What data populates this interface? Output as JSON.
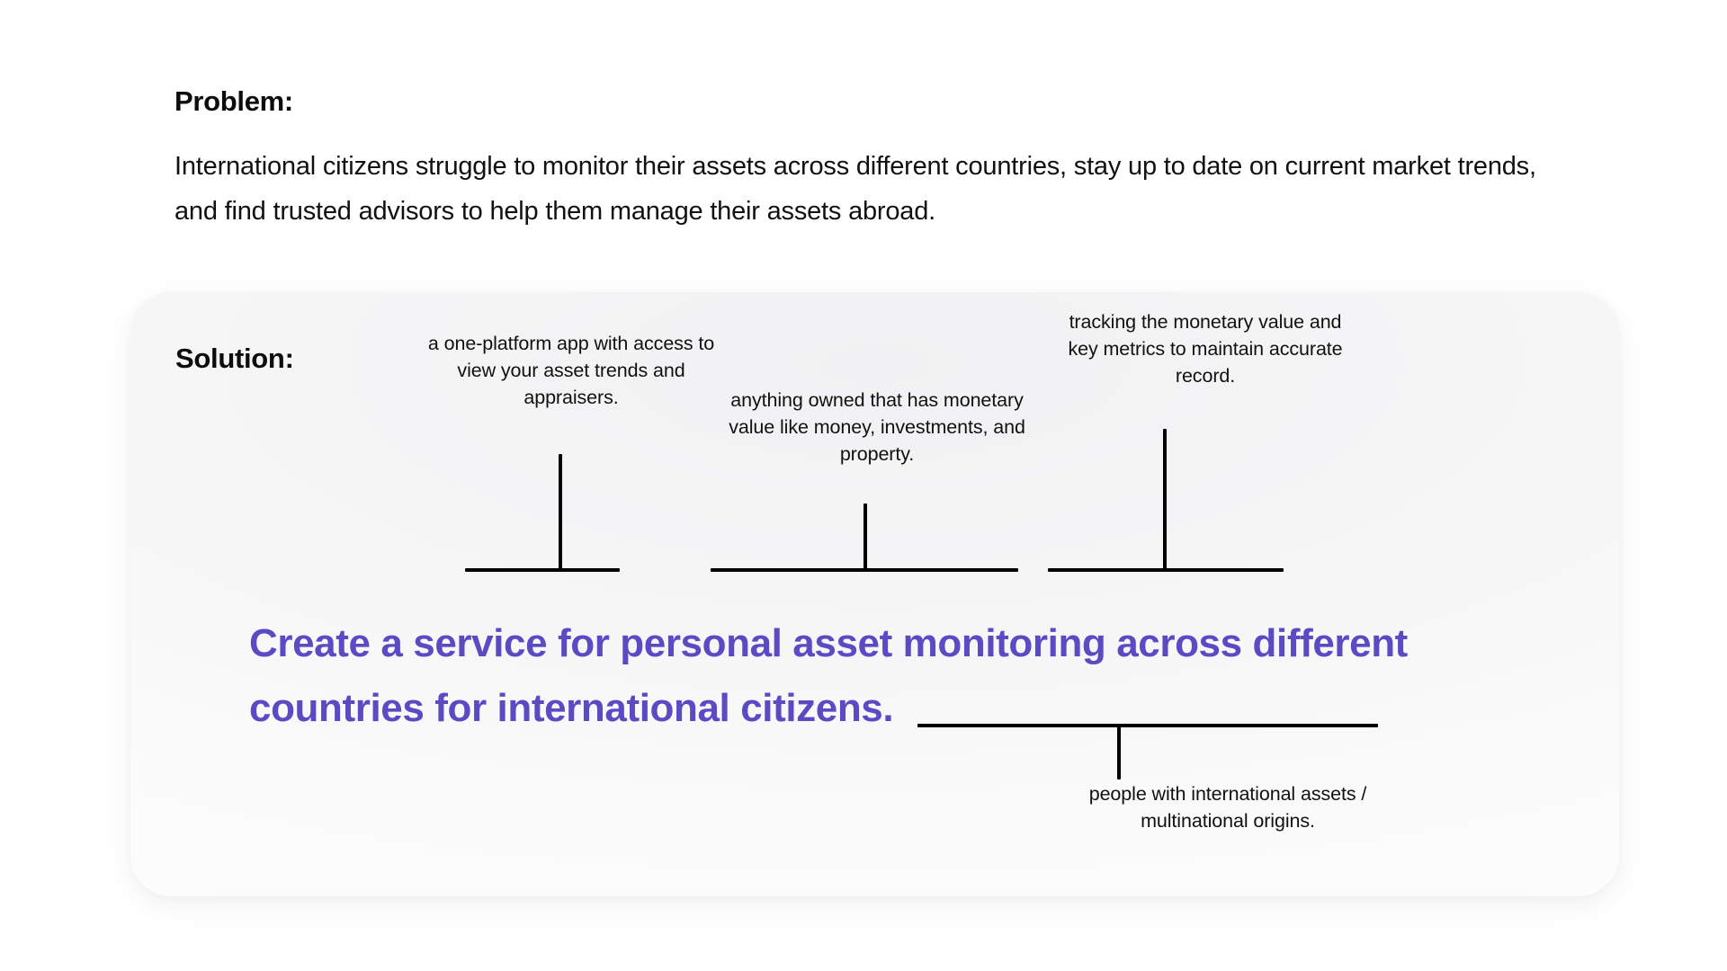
{
  "problem": {
    "heading": "Problem:",
    "body": "International citizens struggle to monitor their assets across different countries, stay up to date on current market trends, and find trusted advisors to help them manage their assets abroad."
  },
  "solution": {
    "heading": "Solution:",
    "statement": "Create a service for personal asset monitoring across different countries for international citizens.",
    "annotations": [
      {
        "id": "one-platform-app",
        "text": "a one-platform app with access to view your asset trends and appraisers."
      },
      {
        "id": "asset-definition",
        "text": "anything owned that has monetary value like money, investments, and property."
      },
      {
        "id": "monitoring-definition",
        "text": "tracking the monetary value and key metrics to maintain accurate record."
      },
      {
        "id": "international-citizens-definition",
        "text": "people with international assets / multinational origins."
      }
    ]
  },
  "colors": {
    "accent_purple": "#5a4bc4",
    "text_black": "#111111",
    "card_background": "#f5f5f6",
    "page_background": "#ffffff",
    "bracket_line": "#000000"
  }
}
